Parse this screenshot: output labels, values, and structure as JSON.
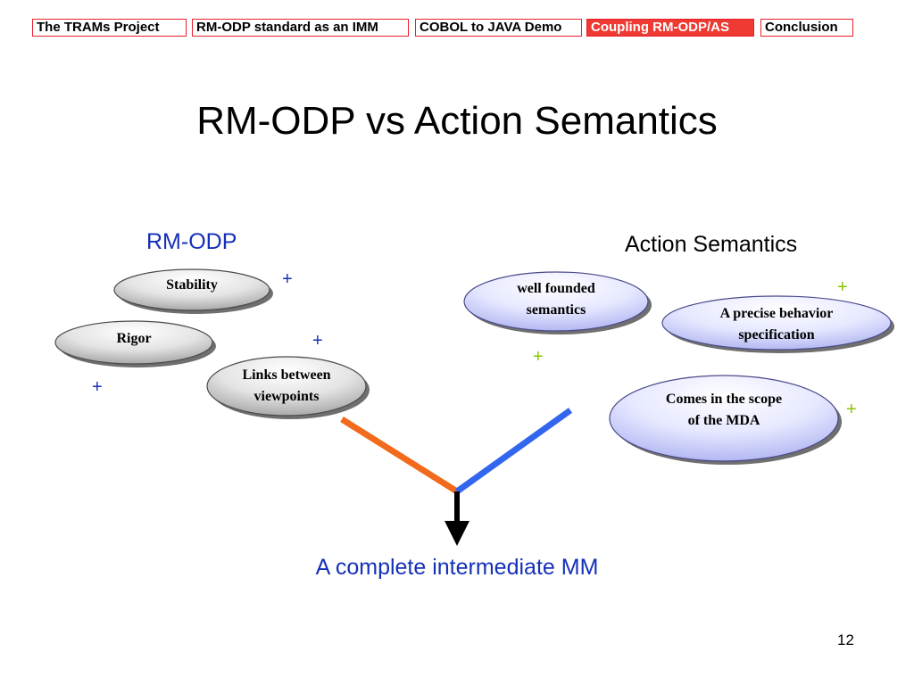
{
  "nav": {
    "tabs": [
      {
        "label": "The TRAMs Project"
      },
      {
        "label": "RM-ODP standard as an IMM"
      },
      {
        "label": "COBOL to JAVA Demo"
      },
      {
        "label": "Coupling RM-ODP/AS",
        "active": true
      },
      {
        "label": "Conclusion"
      }
    ]
  },
  "slide": {
    "title": "RM-ODP vs Action Semantics",
    "rmodp": {
      "heading": "RM-ODP",
      "items": [
        {
          "label": "Stability"
        },
        {
          "label": "Rigor"
        },
        {
          "label_line1": "Links between",
          "label_line2": "viewpoints"
        }
      ],
      "plus": "+"
    },
    "as": {
      "heading": "Action Semantics",
      "items": [
        {
          "label_line1": "well founded",
          "label_line2": "semantics"
        },
        {
          "label_line1": "A precise behavior",
          "label_line2": "specification"
        },
        {
          "label_line1": "Comes in the scope",
          "label_line2": "of the MDA"
        }
      ],
      "plus": "+"
    },
    "result": "A complete intermediate MM",
    "page_number": "12"
  },
  "colors": {
    "accent_red": "#ee3a32",
    "rmodp_blue": "#1530b8",
    "plus_green": "#88c400",
    "line_orange": "#f26a1b",
    "line_blue": "#3366ee"
  }
}
